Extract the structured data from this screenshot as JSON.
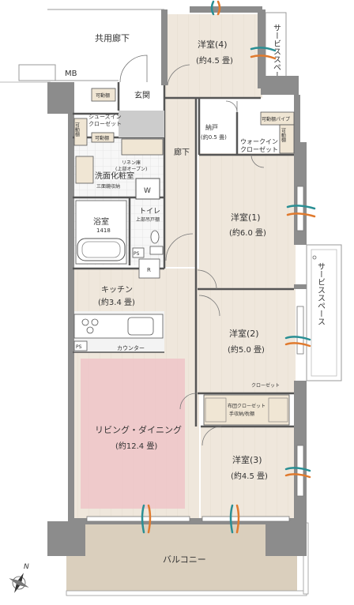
{
  "labels": {
    "common_corridor": "共用廊下",
    "mb": "MB",
    "service_space_top": "サービススペース",
    "service_space_right": "サービススペース",
    "room4_name": "洋室(4)",
    "room4_size": "(約4.5 畳)",
    "entrance": "玄関",
    "shoes_closet": "シューズイン\nクローゼット",
    "movable_shelf_1": "可動棚",
    "movable_shelf_2": "可動棚",
    "movable_shelf_3": "可動棚",
    "movable_shelf_4": "可動棚",
    "storage": "納戸",
    "storage_size": "(約0.5 畳)",
    "walkin_closet": "ウォークイン\nクローゼット",
    "shelf_pipe": "可動棚パイプ",
    "linen": "リネン庫\n(上部オープン)",
    "washroom": "洗面化粧室",
    "three_side_mirror": "三面鏡収納",
    "hallway": "廊下",
    "washer": "W",
    "bath": "浴室",
    "bath_size": "1418",
    "toilet": "トイレ",
    "toilet_note": "上部吊戸棚",
    "ps1": "PS",
    "ps2": "PS",
    "refrigerator": "R",
    "room1_name": "洋室(1)",
    "room1_size": "(約6.0 畳)",
    "kitchen": "キッチン",
    "kitchen_size": "(約3.4 畳)",
    "counter": "カウンター",
    "room2_name": "洋室(2)",
    "room2_size": "(約5.0 畳)",
    "closet": "クローゼット",
    "futon_closet": "布団クローゼット",
    "futon_note": "手収納/枕棚",
    "living": "リビング・ダイニング",
    "living_size": "(約12.4 畳)",
    "room3_name": "洋室(3)",
    "room3_size": "(約4.5 畳)",
    "balcony": "バルコニー",
    "north": "N"
  },
  "colors": {
    "wall": "#8c8c8c",
    "floor": "#efe7dc",
    "living_highlight": "#efc4c8",
    "balcony": "#d9cdb9",
    "wet_area": "#ffffff",
    "airflow_teal": "#2a8f94",
    "airflow_orange": "#e07a2e"
  }
}
